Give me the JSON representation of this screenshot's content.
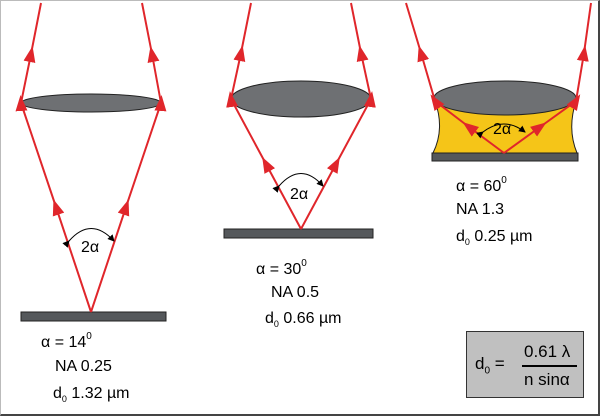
{
  "panels": [
    {
      "alpha_label": "α = 14",
      "alpha_unit": "0",
      "na": "NA 0.25",
      "d_prefix": "d",
      "d_sub": "0",
      "d_value": " 1.32 µm",
      "angle_label": "2α"
    },
    {
      "alpha_label": "α = 30",
      "alpha_unit": "0",
      "na": "NA 0.5",
      "d_prefix": "d",
      "d_sub": "0",
      "d_value": " 0.66 µm",
      "angle_label": "2α"
    },
    {
      "alpha_label": "α = 60",
      "alpha_unit": "0",
      "na": "NA 1.3",
      "d_prefix": "d",
      "d_sub": "0",
      "d_value": " 0.25 µm",
      "angle_label": "2α"
    }
  ],
  "formula": {
    "lhs": "d",
    "lhs_sub": "0",
    "equals": " =",
    "numerator": "0.61 λ",
    "denominator": "n sinα"
  },
  "colors": {
    "ray": "#e0262b",
    "lens": "#6e7073",
    "immersion": "#f5c518",
    "slide": "#55585b",
    "formula_bg": "#c0c0c0"
  }
}
